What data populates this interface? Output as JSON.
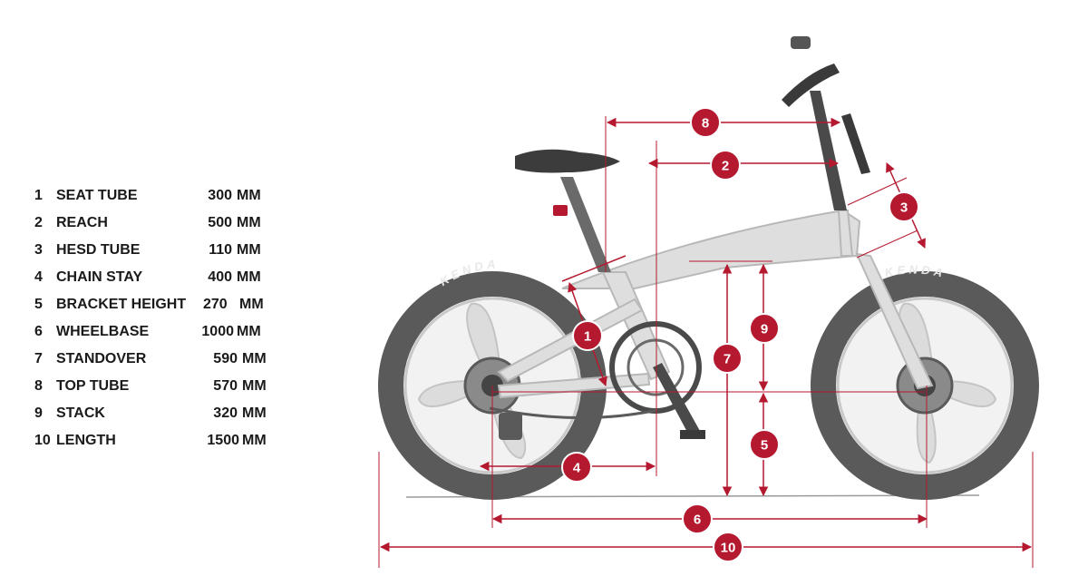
{
  "specs": [
    {
      "num": "1",
      "label": "SEAT TUBE",
      "value": "300",
      "unit": "MM"
    },
    {
      "num": "2",
      "label": "REACH",
      "value": "500",
      "unit": "MM"
    },
    {
      "num": "3",
      "label": "HESD TUBE",
      "value": "110",
      "unit": "MM"
    },
    {
      "num": "4",
      "label": "CHAIN STAY",
      "value": "400",
      "unit": "MM"
    },
    {
      "num": "5",
      "label": "BRACKET HEIGHT",
      "value": "270",
      "unit": "MM"
    },
    {
      "num": "6",
      "label": "WHEELBASE",
      "value": "1000",
      "unit": "MM"
    },
    {
      "num": "7",
      "label": "STANDOVER",
      "value": "590",
      "unit": "MM"
    },
    {
      "num": "8",
      "label": "TOP TUBE",
      "value": "570",
      "unit": "MM"
    },
    {
      "num": "9",
      "label": "STACK",
      "value": "320",
      "unit": "MM"
    },
    {
      "num": "10",
      "label": "LENGTH",
      "value": "1500",
      "unit": "MM"
    }
  ],
  "tire_brand": "KENDA",
  "badges": [
    "1",
    "2",
    "3",
    "4",
    "5",
    "6",
    "7",
    "8",
    "9",
    "10"
  ],
  "colors": {
    "accent": "#b5192f",
    "bike": "#d8d8d8",
    "tire": "#5a5a5a",
    "text": "#1a1a1a"
  }
}
